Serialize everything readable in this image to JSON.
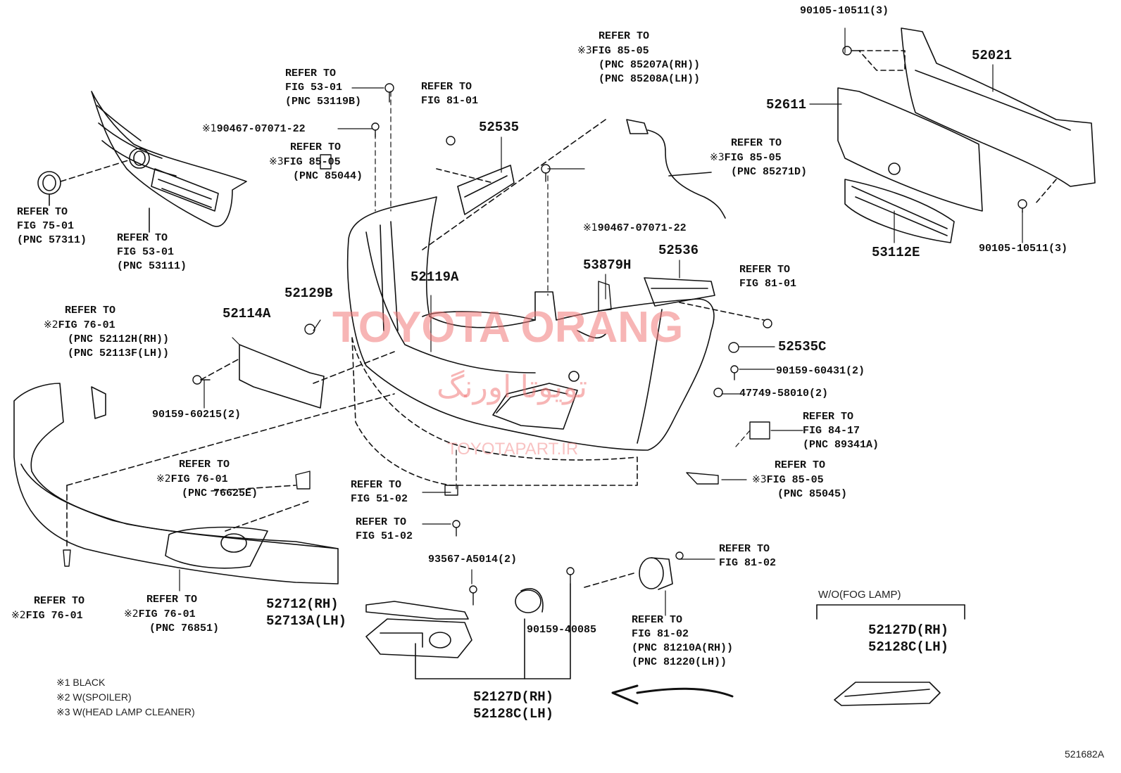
{
  "diagram": {
    "id": "521682A",
    "watermark": {
      "main": "TOYOTA ORANG",
      "persian": "تویوتا اورنگ",
      "site": "TOYOTAPART.IR"
    },
    "legend": {
      "note1": "※1 BLACK",
      "note2": "※2 W(SPOILER)",
      "note3": "※3 W(HEAD LAMP CLEANER)"
    },
    "fog_lamp_inset": {
      "title": "W/O(FOG LAMP)",
      "part_rh": "52127D(RH)",
      "part_lh": "52128C(LH)"
    },
    "parts": {
      "p52021": "52021",
      "p52611": "52611",
      "p53112E": "53112E",
      "p52535": "52535",
      "p52536": "52536",
      "p53879H": "53879H",
      "p52119A": "52119A",
      "p52129B": "52129B",
      "p52114A": "52114A",
      "p52535C": "52535C",
      "p52712": "52712(RH)",
      "p52713A": "52713A(LH)",
      "p52127D": "52127D(RH)",
      "p52128C": "52128C(LH)"
    },
    "fasteners": {
      "f90105_top": "90105-10511(3)",
      "f90105_bot": "90105-10511(3)",
      "f90467_a": "90467-07071-22",
      "f90467_b": "90467-07071-22",
      "f90159_60431": "90159-60431(2)",
      "f47749": "47749-58010(2)",
      "f90159_60215": "90159-60215(2)",
      "f93567": "93567-A5014(2)",
      "f90159_40085": "90159-40085"
    },
    "refs": {
      "r_fig53_top": [
        "REFER TO",
        "FIG 53-01",
        "(PNC 53119B)"
      ],
      "r_fig81_top": [
        "REFER TO",
        "FIG 81-01"
      ],
      "r_fig85_top": [
        "REFER TO",
        "FIG 85-05",
        "(PNC 85207A(RH))",
        "(PNC 85208A(LH))"
      ],
      "r_fig85_mid": [
        "REFER TO",
        "FIG 85-05",
        "(PNC 85271D)"
      ],
      "r_fig85_left": [
        "REFER TO",
        "FIG 85-05",
        "(PNC 85044)"
      ],
      "r_fig75": [
        "REFER TO",
        "FIG 75-01",
        "(PNC 57311)"
      ],
      "r_fig53_grille": [
        "REFER TO",
        "FIG 53-01",
        "(PNC 53111)"
      ],
      "r_fig81_right": [
        "REFER TO",
        "FIG 81-01"
      ],
      "r_fig76_side": [
        "REFER TO",
        "FIG 76-01",
        "(PNC 52112H(RH))",
        "(PNC 52113F(LH))"
      ],
      "r_fig84": [
        "REFER TO",
        "FIG 84-17",
        "(PNC 89341A)"
      ],
      "r_fig85_lower": [
        "REFER TO",
        "FIG 85-05",
        "(PNC 85045)"
      ],
      "r_fig76_mid": [
        "REFER TO",
        "FIG 76-01",
        "(PNC 76625E)"
      ],
      "r_fig51_a": [
        "REFER TO",
        "FIG 51-02"
      ],
      "r_fig51_b": [
        "REFER TO",
        "FIG 51-02"
      ],
      "r_fig81_02_a": [
        "REFER TO",
        "FIG 81-02"
      ],
      "r_fig81_02_b": [
        "REFER TO",
        "FIG 81-02",
        "(PNC 81210A(RH))",
        "(PNC 81220(LH))"
      ],
      "r_fig76_bl": [
        "REFER TO",
        "FIG 76-01"
      ],
      "r_fig76_bm": [
        "REFER TO",
        "FIG 76-01",
        "(PNC 76851)"
      ]
    },
    "marks": {
      "m1": "※1",
      "m2": "※2",
      "m3": "※3"
    }
  }
}
